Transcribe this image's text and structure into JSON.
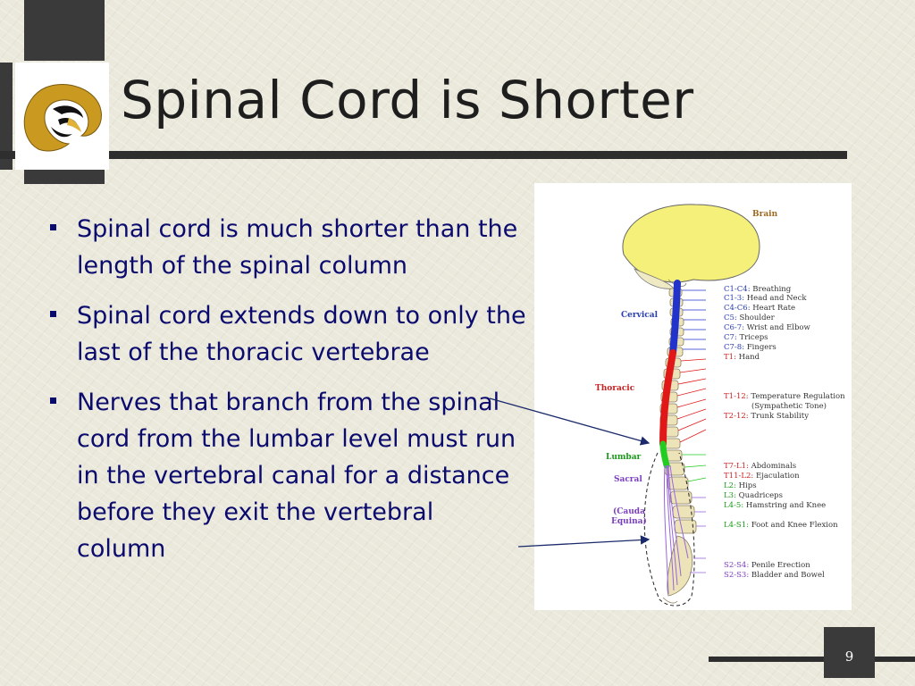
{
  "slide": {
    "title": "Spinal Cord is Shorter",
    "page_number": "9",
    "bullets": [
      "Spinal cord is much shorter than the length of the spinal column",
      "Spinal cord extends down to only the last of the thoracic vertebrae",
      "Nerves that branch from the spinal cord from the lumbar level must run in the vertebral canal for a distance before they exit the vertebral column"
    ]
  },
  "diagram": {
    "brain_label": "Brain",
    "region_labels": {
      "cervical": "Cervical",
      "thoracic": "Thoracic",
      "lumbar": "Lumbar",
      "sacral": "Sacral",
      "cauda": "(Cauda",
      "equina": "Equina)"
    },
    "functions": [
      {
        "code": "C1-C4:",
        "text": "Breathing"
      },
      {
        "code": "C1-3:",
        "text": "Head and Neck"
      },
      {
        "code": "C4-C6:",
        "text": "Heart Rate"
      },
      {
        "code": "C5:",
        "text": "Shoulder"
      },
      {
        "code": "C6-7:",
        "text": "Wrist and Elbow"
      },
      {
        "code": "C7:",
        "text": "Triceps"
      },
      {
        "code": "C7-8:",
        "text": "Fingers"
      },
      {
        "code": "T1:",
        "text": "Hand"
      },
      {
        "code": "T1-12:",
        "text": "Temperature Regulation"
      },
      {
        "code": "",
        "text": "(Sympathetic Tone)"
      },
      {
        "code": "T2-12:",
        "text": "Trunk Stability"
      },
      {
        "code": "T7-L1:",
        "text": "Abdominals"
      },
      {
        "code": "T11-L2:",
        "text": "Ejaculation"
      },
      {
        "code": "L2:",
        "text": "Hips"
      },
      {
        "code": "L3:",
        "text": "Quadriceps"
      },
      {
        "code": "L4-5:",
        "text": "Hamstring and Knee"
      },
      {
        "code": "L4-S1:",
        "text": "Foot and Knee Flexion"
      },
      {
        "code": "S2-S4:",
        "text": "Penile Erection"
      },
      {
        "code": "S2-S3:",
        "text": "Bladder and Bowel"
      }
    ],
    "colors": {
      "brain": "#f5f07a",
      "cervical_cord": "#2233cc",
      "thoracic_cord": "#e01818",
      "lumbar_cord": "#22cc22",
      "sacral_nerves": "#9966dd",
      "vertebra": "#ece3b8",
      "label_blue": "#2a3fb0",
      "label_red": "#c62222",
      "label_purple": "#7a3fbf",
      "label_green": "#1a9a1a",
      "label_brown": "#a06820"
    }
  }
}
